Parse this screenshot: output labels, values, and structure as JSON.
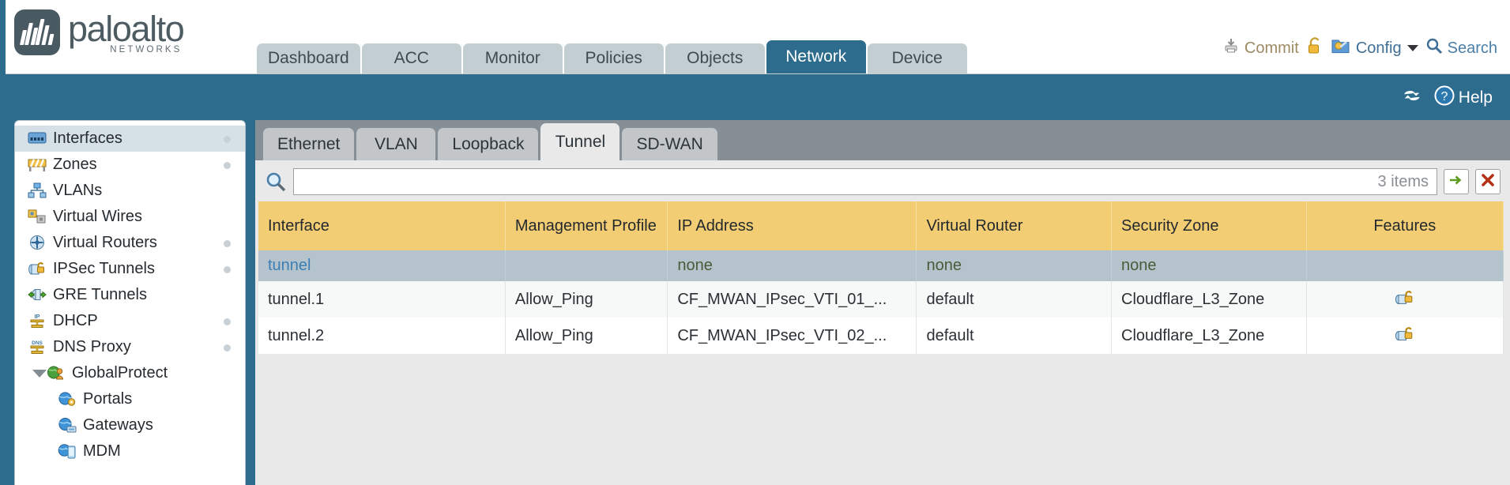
{
  "brand": {
    "name": "paloalto",
    "tagline": "NETWORKS",
    "logo_icon": "paloalto-logo-icon"
  },
  "header": {
    "tabs": [
      {
        "label": "Dashboard",
        "active": false
      },
      {
        "label": "ACC",
        "active": false
      },
      {
        "label": "Monitor",
        "active": false
      },
      {
        "label": "Policies",
        "active": false
      },
      {
        "label": "Objects",
        "active": false
      },
      {
        "label": "Network",
        "active": true
      },
      {
        "label": "Device",
        "active": false
      }
    ],
    "utilities": {
      "commit_label": "Commit",
      "commit_icon": "commit-icon",
      "lock_icon": "padlock-icon",
      "config_icon": "config-icon",
      "config_label": "Config",
      "config_caret": "chevron-down-icon",
      "search_icon": "magnifier-icon",
      "search_label": "Search"
    },
    "accent_color": "#2e6c8e",
    "tab_color": "#c3ced3"
  },
  "toolbar": {
    "refresh_icon": "refresh-icon",
    "help_icon": "help-circle-icon",
    "help_label": "Help"
  },
  "sidebar": {
    "items": [
      {
        "label": "Interfaces",
        "icon": "interfaces-icon",
        "selected": true,
        "child": false,
        "dot": true,
        "twisty": false
      },
      {
        "label": "Zones",
        "icon": "zones-icon",
        "selected": false,
        "child": false,
        "dot": true,
        "twisty": false
      },
      {
        "label": "VLANs",
        "icon": "vlans-icon",
        "selected": false,
        "child": false,
        "dot": false,
        "twisty": false
      },
      {
        "label": "Virtual Wires",
        "icon": "virtual-wires-icon",
        "selected": false,
        "child": false,
        "dot": false,
        "twisty": false
      },
      {
        "label": "Virtual Routers",
        "icon": "virtual-routers-icon",
        "selected": false,
        "child": false,
        "dot": true,
        "twisty": false
      },
      {
        "label": "IPSec Tunnels",
        "icon": "ipsec-tunnels-icon",
        "selected": false,
        "child": false,
        "dot": true,
        "twisty": false
      },
      {
        "label": "GRE Tunnels",
        "icon": "gre-tunnels-icon",
        "selected": false,
        "child": false,
        "dot": false,
        "twisty": false
      },
      {
        "label": "DHCP",
        "icon": "dhcp-icon",
        "selected": false,
        "child": false,
        "dot": true,
        "twisty": false
      },
      {
        "label": "DNS Proxy",
        "icon": "dns-proxy-icon",
        "selected": false,
        "child": false,
        "dot": true,
        "twisty": false
      },
      {
        "label": "GlobalProtect",
        "icon": "globalprotect-icon",
        "selected": false,
        "child": false,
        "dot": false,
        "twisty": true
      },
      {
        "label": "Portals",
        "icon": "portals-icon",
        "selected": false,
        "child": true,
        "dot": false,
        "twisty": false
      },
      {
        "label": "Gateways",
        "icon": "gateways-icon",
        "selected": false,
        "child": true,
        "dot": false,
        "twisty": false
      },
      {
        "label": "MDM",
        "icon": "mdm-icon",
        "selected": false,
        "child": true,
        "dot": false,
        "twisty": false
      }
    ]
  },
  "main": {
    "tabs": [
      {
        "label": "Ethernet",
        "active": false
      },
      {
        "label": "VLAN",
        "active": false
      },
      {
        "label": "Loopback",
        "active": false
      },
      {
        "label": "Tunnel",
        "active": true
      },
      {
        "label": "SD-WAN",
        "active": false
      }
    ],
    "search": {
      "icon": "magnifier-icon",
      "value": "",
      "placeholder": "",
      "items_count": "3 items",
      "apply_icon": "green-arrow-icon",
      "clear_icon": "red-x-icon"
    },
    "table": {
      "columns": [
        {
          "label": "Interface",
          "align": "left"
        },
        {
          "label": "Management Profile",
          "align": "left"
        },
        {
          "label": "IP Address",
          "align": "left"
        },
        {
          "label": "Virtual Router",
          "align": "left"
        },
        {
          "label": "Security Zone",
          "align": "left"
        },
        {
          "label": "Features",
          "align": "center"
        }
      ],
      "header_color": "#f3cd74",
      "rows": [
        {
          "state": "selected",
          "interface": "tunnel",
          "management_profile": "",
          "ip_address": "none",
          "virtual_router": "none",
          "security_zone": "none",
          "feature_icon": ""
        },
        {
          "state": "odd",
          "interface": "tunnel.1",
          "management_profile": "Allow_Ping",
          "ip_address": "CF_MWAN_IPsec_VTI_01_...",
          "virtual_router": "default",
          "security_zone": "Cloudflare_L3_Zone",
          "feature_icon": "ipsec-tunnel-icon"
        },
        {
          "state": "even",
          "interface": "tunnel.2",
          "management_profile": "Allow_Ping",
          "ip_address": "CF_MWAN_IPsec_VTI_02_...",
          "virtual_router": "default",
          "security_zone": "Cloudflare_L3_Zone",
          "feature_icon": "ipsec-tunnel-icon"
        }
      ]
    }
  }
}
